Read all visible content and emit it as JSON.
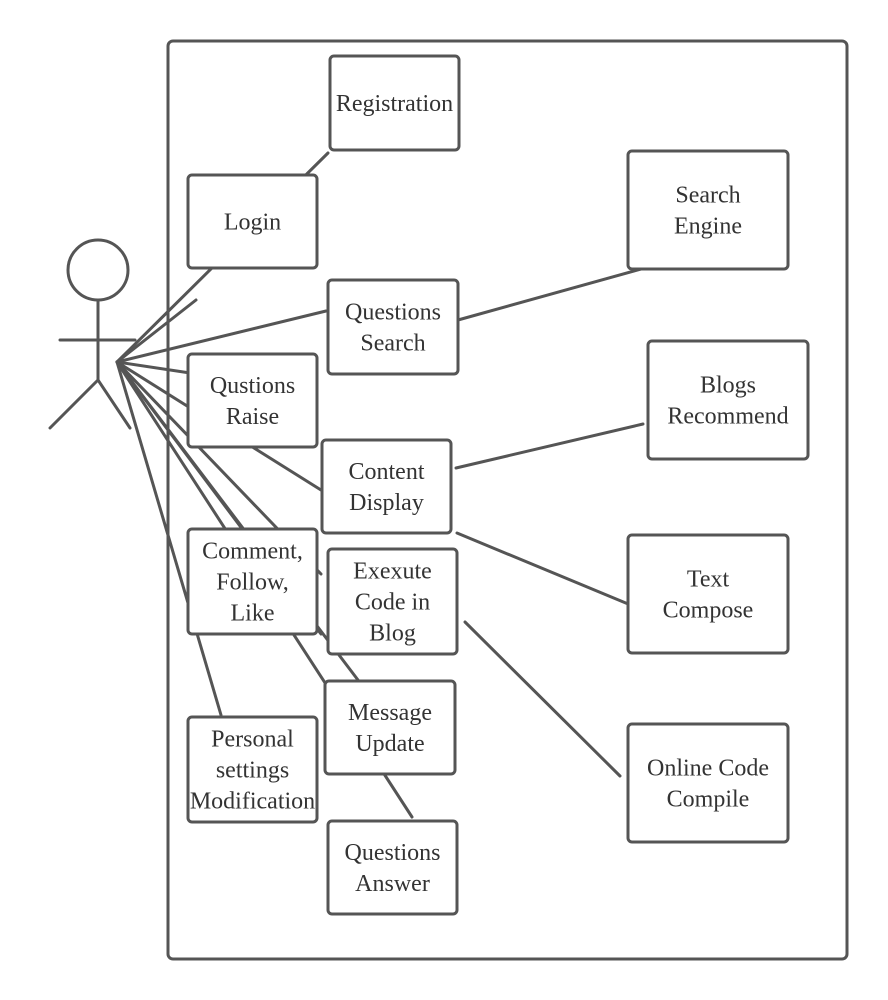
{
  "colors": {
    "stroke": "#555555",
    "text": "#333333",
    "background": "#ffffff"
  },
  "use_cases": [
    {
      "id": "registration",
      "lines": [
        "Registration"
      ]
    },
    {
      "id": "login",
      "lines": [
        "Login"
      ]
    },
    {
      "id": "search-engine",
      "lines": [
        "Search",
        "Engine"
      ]
    },
    {
      "id": "questions-search",
      "lines": [
        "Questions",
        "Search"
      ]
    },
    {
      "id": "blogs-recommend",
      "lines": [
        "Blogs",
        "Recommend"
      ]
    },
    {
      "id": "qustions-raise",
      "lines": [
        "Qustions",
        "Raise"
      ]
    },
    {
      "id": "content-display",
      "lines": [
        "Content",
        "Display"
      ]
    },
    {
      "id": "text-compose",
      "lines": [
        "Text",
        "Compose"
      ]
    },
    {
      "id": "comment-follow-like",
      "lines": [
        "Comment,",
        "Follow,",
        "Like"
      ]
    },
    {
      "id": "exexute-code",
      "lines": [
        "Exexute",
        "Code in",
        "Blog"
      ]
    },
    {
      "id": "message-update",
      "lines": [
        "Message",
        "Update"
      ]
    },
    {
      "id": "online-code-compile",
      "lines": [
        "Online Code",
        "Compile"
      ]
    },
    {
      "id": "personal-settings",
      "lines": [
        "Personal",
        "settings",
        "Modification"
      ]
    },
    {
      "id": "questions-answer",
      "lines": [
        "Questions",
        "Answer"
      ]
    }
  ],
  "relations": [
    {
      "from": "actor",
      "to": "registration"
    },
    {
      "from": "actor",
      "to": "login"
    },
    {
      "from": "actor",
      "to": "questions-search"
    },
    {
      "from": "actor",
      "to": "qustions-raise"
    },
    {
      "from": "actor",
      "to": "content-display"
    },
    {
      "from": "actor",
      "to": "exexute-code"
    },
    {
      "from": "actor",
      "to": "comment-follow-like"
    },
    {
      "from": "actor",
      "to": "message-update"
    },
    {
      "from": "actor",
      "to": "questions-answer"
    },
    {
      "from": "actor",
      "to": "personal-settings"
    },
    {
      "from": "questions-search",
      "to": "search-engine"
    },
    {
      "from": "content-display",
      "to": "blogs-recommend"
    },
    {
      "from": "content-display",
      "to": "text-compose"
    },
    {
      "from": "exexute-code",
      "to": "online-code-compile"
    }
  ]
}
